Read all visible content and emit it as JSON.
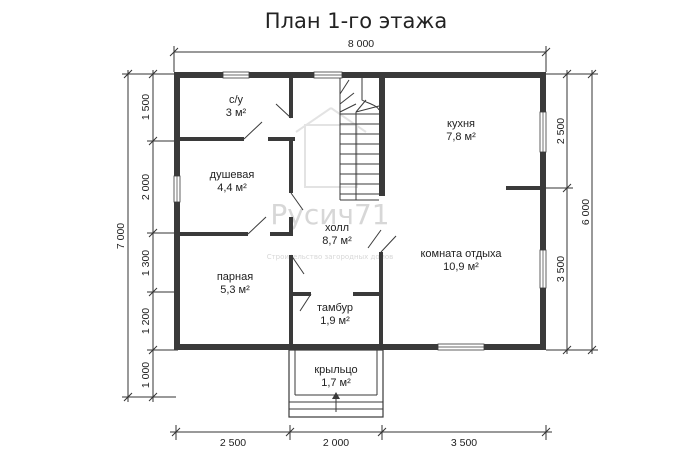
{
  "title": "План 1-го этажа",
  "dimensions": {
    "top_total": "8 000",
    "bottom": [
      "2 500",
      "2 000",
      "3 500"
    ],
    "left_total": "7 000",
    "left": [
      "1 500",
      "2 000",
      "1 300",
      "1 200",
      "1 000"
    ],
    "right_total": "6 000",
    "right": [
      "2 500",
      "3 500"
    ]
  },
  "rooms": {
    "bathroom": {
      "name": "с/у",
      "area": "3 м²"
    },
    "shower": {
      "name": "душевая",
      "area": "4,4 м²"
    },
    "steam": {
      "name": "парная",
      "area": "5,3 м²"
    },
    "kitchen": {
      "name": "кухня",
      "area": "7,8 м²"
    },
    "hall": {
      "name": "холл",
      "area": "8,7 м²"
    },
    "lounge": {
      "name": "комната отдыха",
      "area": "10,9 м²"
    },
    "vestibule": {
      "name": "тамбур",
      "area": "1,9 м²"
    },
    "porch": {
      "name": "крыльцо",
      "area": "1,7 м²"
    }
  },
  "watermark": {
    "brand": "Русич71",
    "tagline": "Строительство загородных домов"
  }
}
